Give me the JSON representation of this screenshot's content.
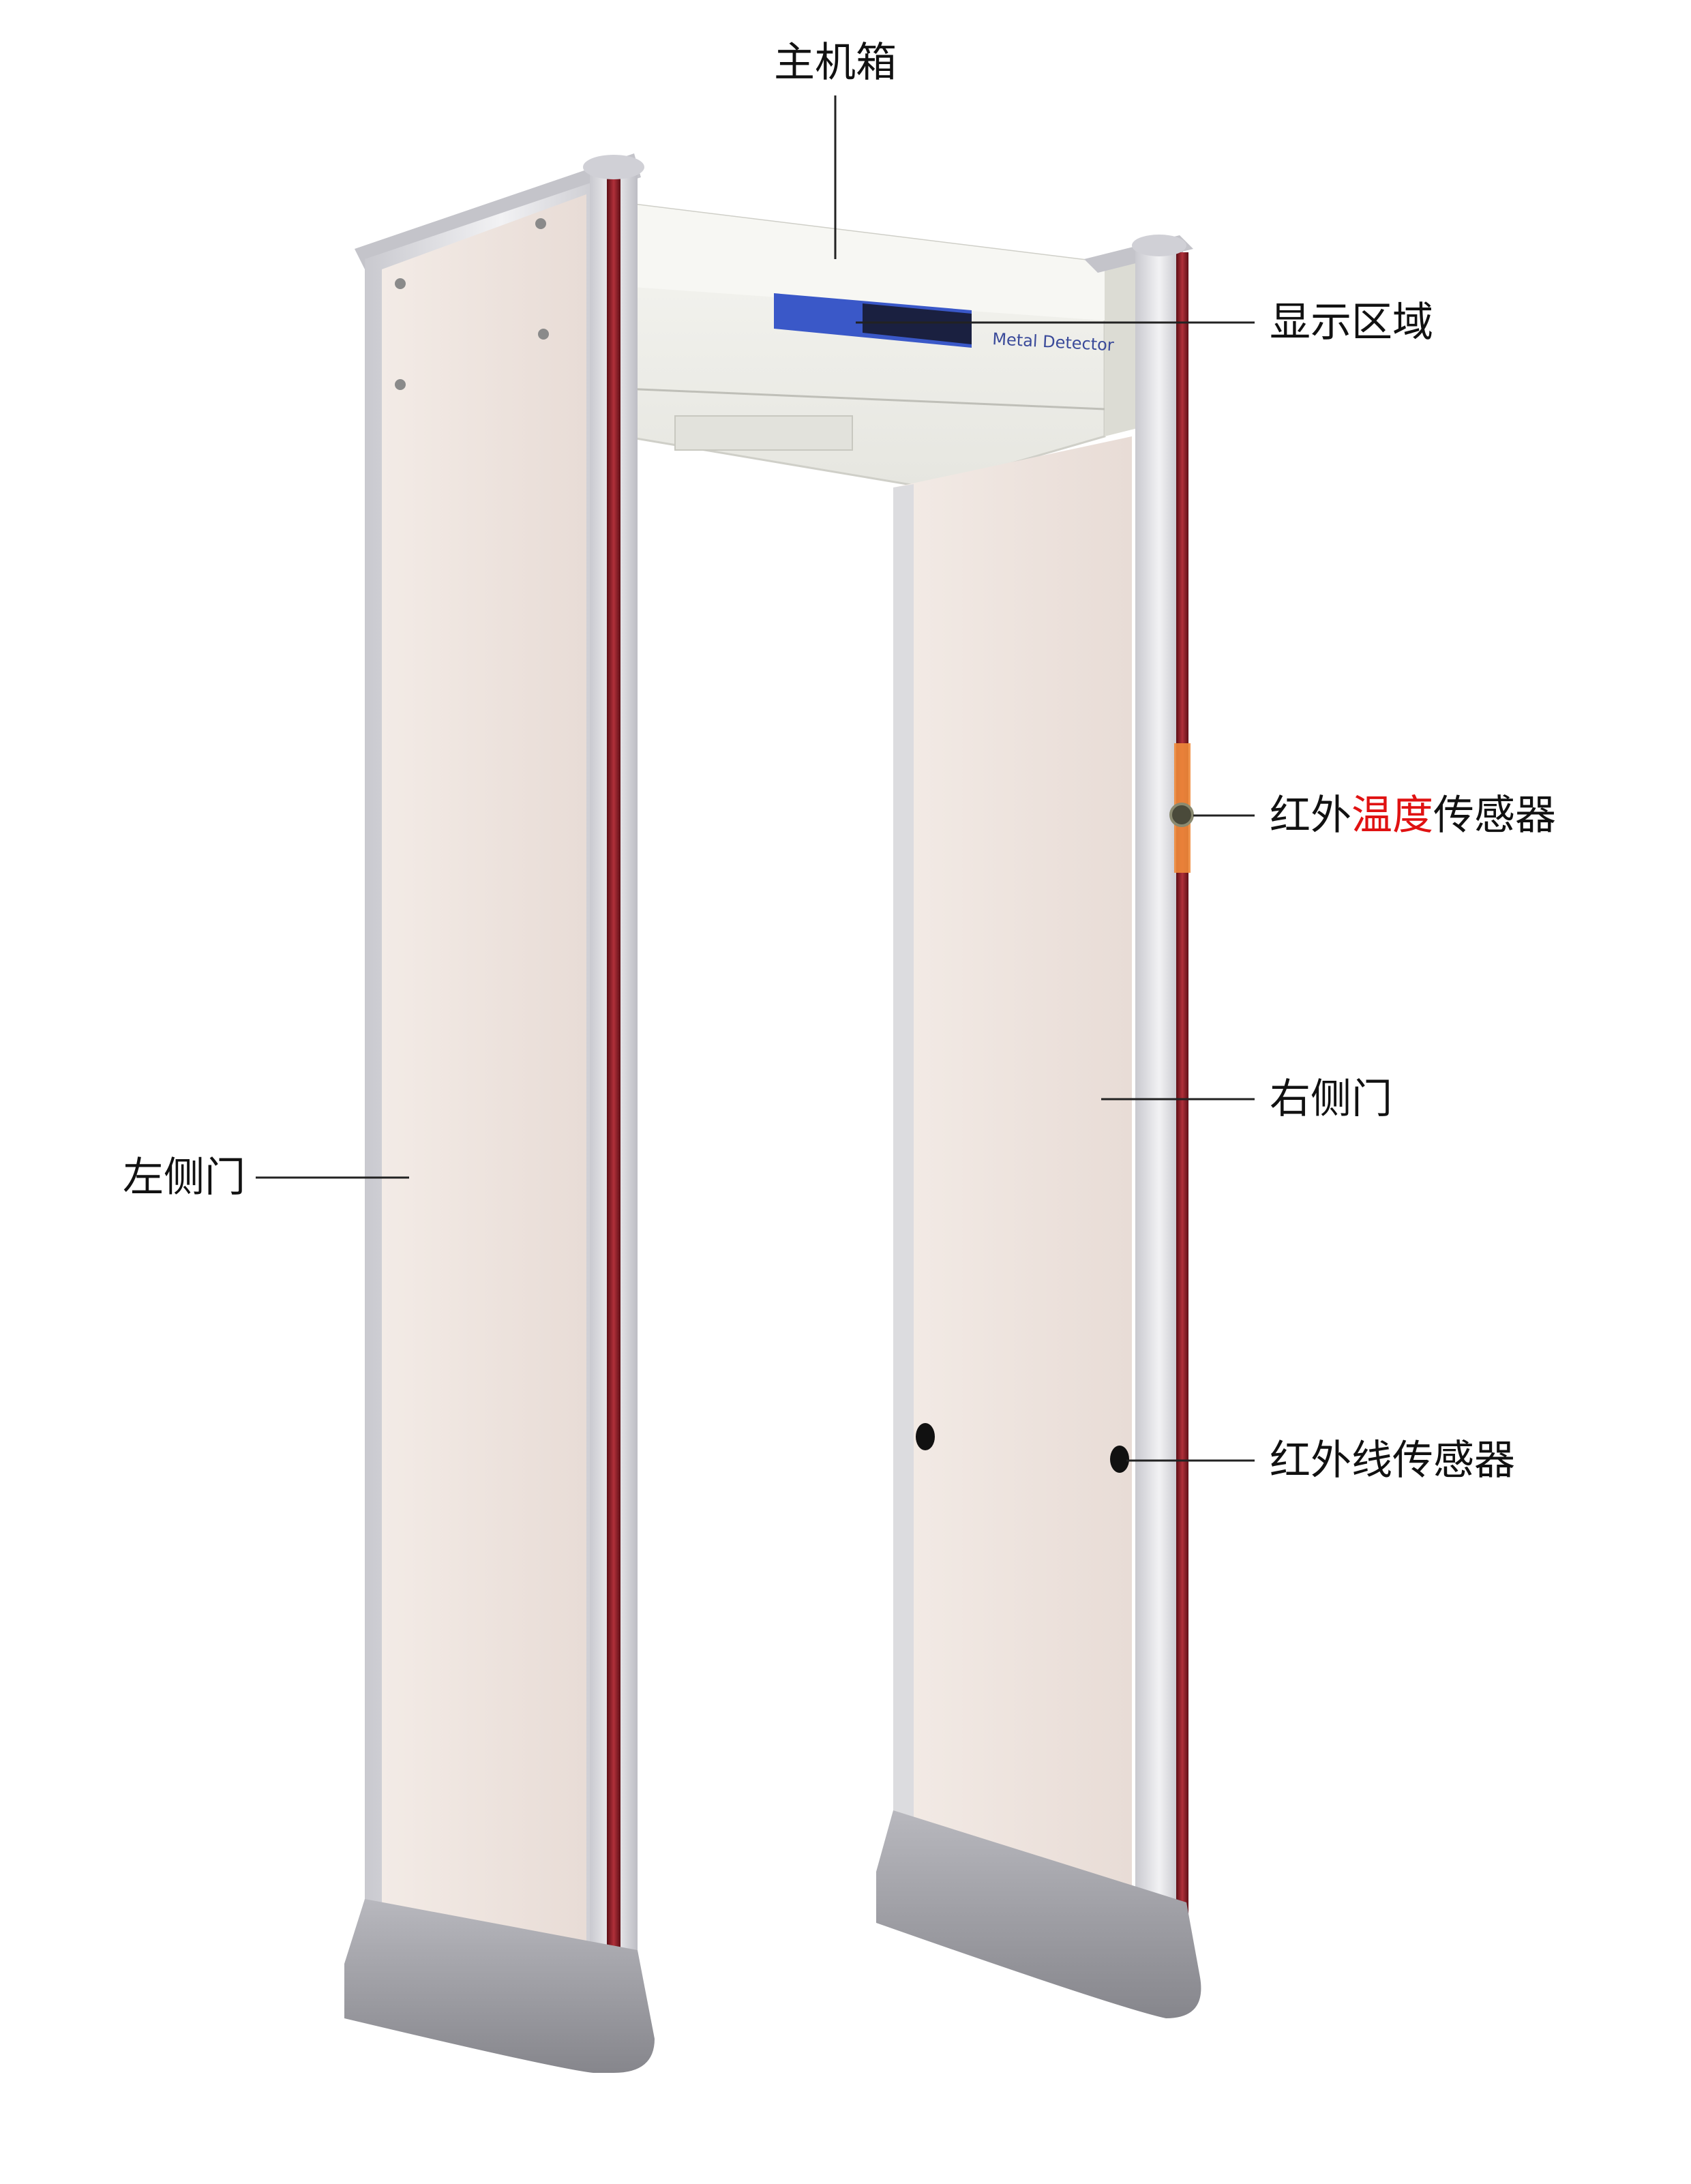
{
  "product": {
    "panel_text": "Metal Detector"
  },
  "labels": {
    "main_box": "主机箱",
    "display_area": "显示区域",
    "ir_temp_prefix": "红外",
    "ir_temp_highlight": "温度",
    "ir_temp_suffix": "传感器",
    "right_door": "右侧门",
    "left_door": "左侧门",
    "ir_sensor": "红外线传感器"
  },
  "colors": {
    "panel": "#efe4df",
    "frame": "#d9d9dd",
    "red_strip": "#8a1a24",
    "base": "#9a9aa0",
    "lcd": "#3a58c8",
    "highlight": "#e01212"
  }
}
